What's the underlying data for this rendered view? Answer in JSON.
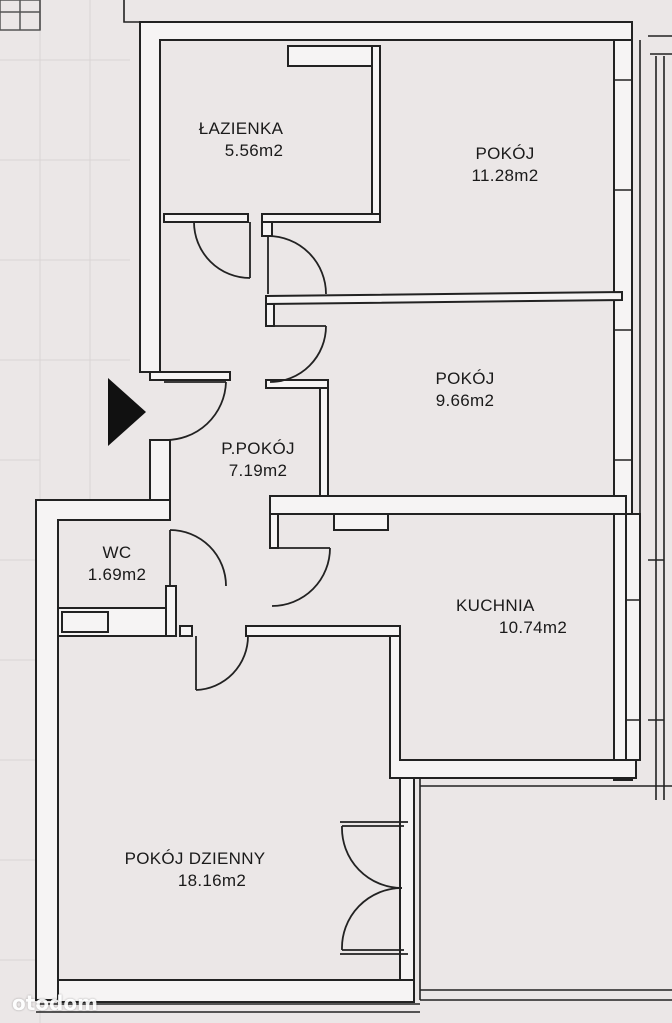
{
  "rooms": {
    "lazienka": {
      "name": "ŁAZIENKA",
      "area": "5.56m2"
    },
    "pokoj1": {
      "name": "POKÓJ",
      "area": "11.28m2"
    },
    "pokoj2": {
      "name": "POKÓJ",
      "area": "9.66m2"
    },
    "przedpokoj": {
      "name": "P.POKÓJ",
      "area": "7.19m2"
    },
    "wc": {
      "name": "WC",
      "area": "1.69m2"
    },
    "kuchnia": {
      "name": "KUCHNIA",
      "area": "10.74m2"
    },
    "dzienny": {
      "name": "POKÓJ DZIENNY",
      "area": "18.16m2"
    }
  },
  "watermark": "otodom",
  "colors": {
    "background": "#ebe7e7",
    "wall": "#222222",
    "wall_fill": "#f6f4f4"
  }
}
